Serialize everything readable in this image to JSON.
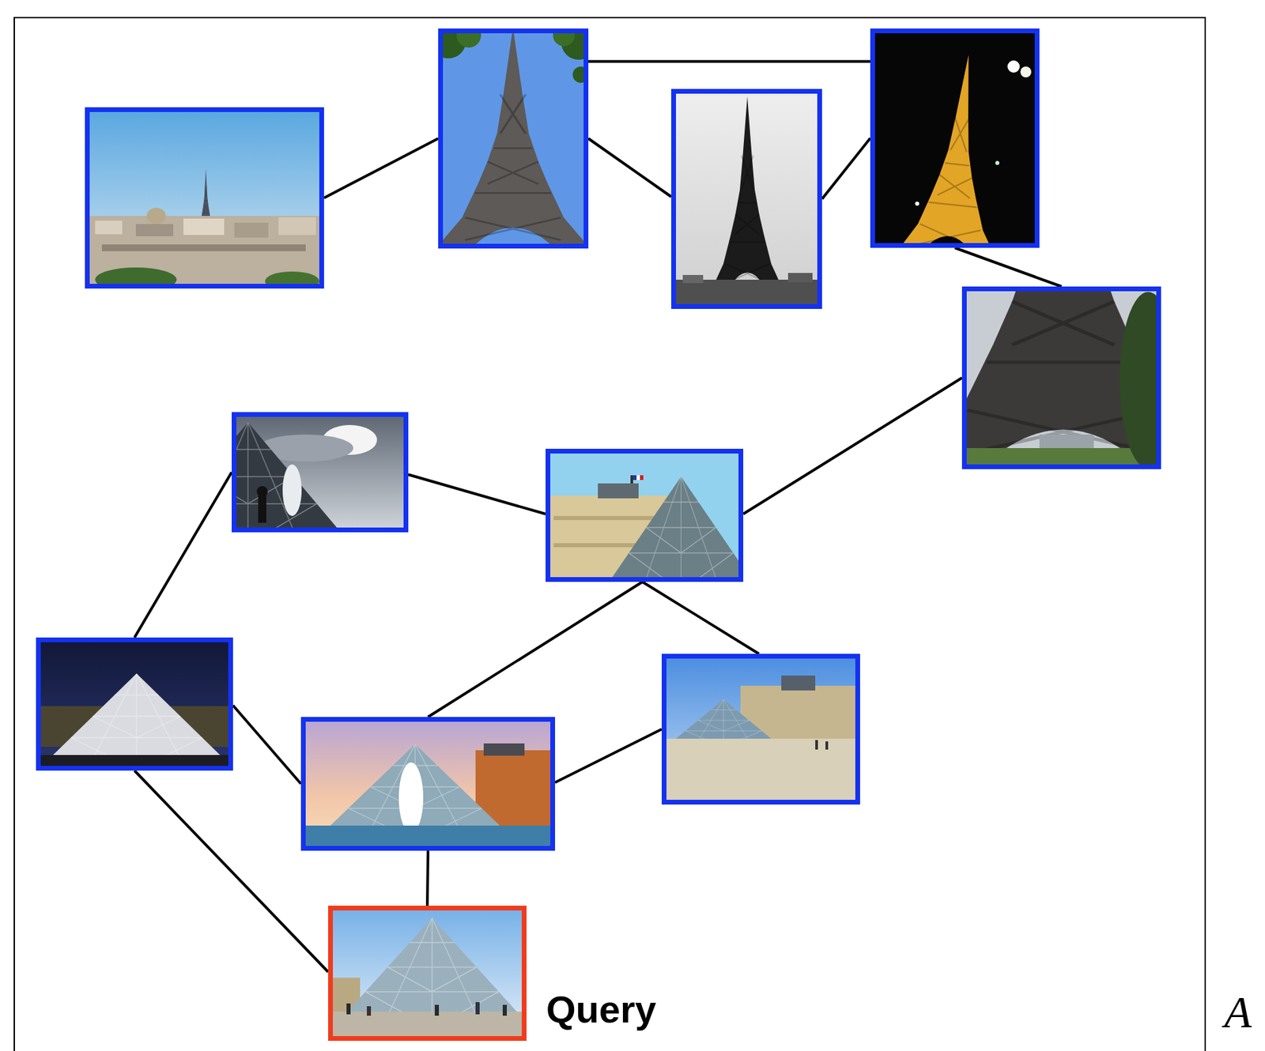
{
  "diagram": {
    "nodes": [
      {
        "text": []
      },
      {
        "text": []
      },
      {
        "text": []
      },
      {
        "text": []
      },
      {
        "text": []
      },
      {
        "text": []
      },
      {
        "text": []
      },
      {
        "text": []
      },
      {
        "text": []
      },
      {
        "text": []
      },
      {
        "text": [
          "Query"
        ]
      }
    ],
    "edges": [
      {
        "from": 0,
        "to": 1,
        "arrow": "none"
      },
      {
        "from": 1,
        "to": 3,
        "arrow": "none"
      },
      {
        "from": 1,
        "to": 2,
        "arrow": "none"
      },
      {
        "from": 2,
        "to": 3,
        "arrow": "none"
      },
      {
        "from": 3,
        "to": 4,
        "arrow": "none"
      },
      {
        "from": 4,
        "to": 6,
        "arrow": "none"
      },
      {
        "from": 6,
        "to": 5,
        "arrow": "none"
      },
      {
        "from": 5,
        "to": 7,
        "arrow": "none"
      },
      {
        "from": 7,
        "to": 8,
        "arrow": "none"
      },
      {
        "from": 7,
        "to": 10,
        "arrow": "none"
      },
      {
        "from": 8,
        "to": 10,
        "arrow": "none"
      },
      {
        "from": 8,
        "to": 6,
        "arrow": "none"
      },
      {
        "from": 6,
        "to": 9,
        "arrow": "none"
      },
      {
        "from": 8,
        "to": 9,
        "arrow": "none"
      }
    ],
    "labels": [
      "A"
    ]
  }
}
